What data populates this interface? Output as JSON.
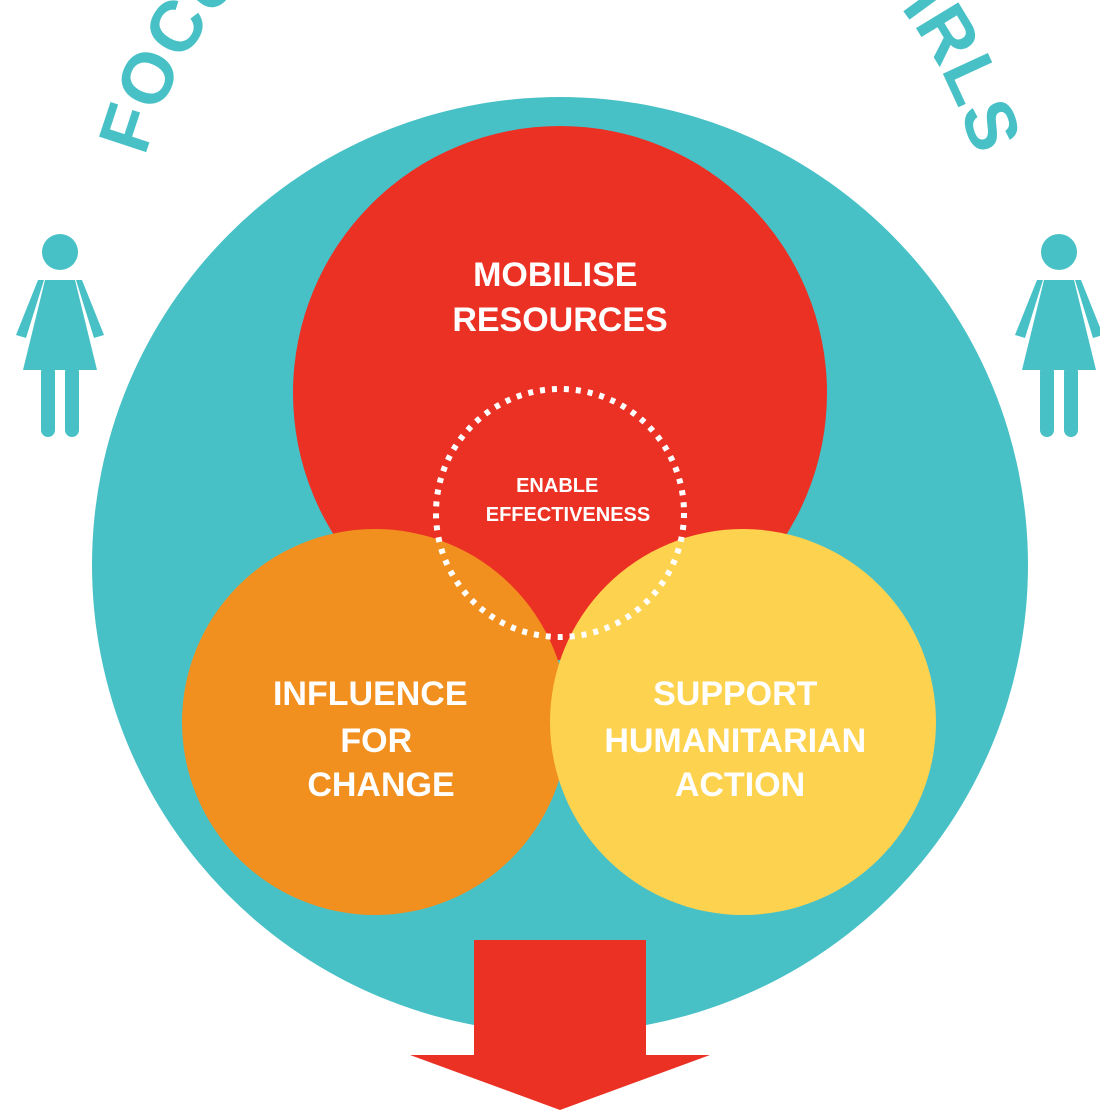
{
  "title": "FOCUS ON WOMEN AND GIRLS",
  "circles": {
    "top": {
      "lines": [
        "MOBILISE",
        "RESOURCES"
      ]
    },
    "left": {
      "lines": [
        "INFLUENCE",
        "FOR",
        "CHANGE"
      ]
    },
    "right": {
      "lines": [
        "SUPPORT",
        "HUMANITARIAN",
        "ACTION"
      ]
    }
  },
  "center": {
    "lines": [
      "ENABLE",
      "EFFECTIVENESS"
    ]
  },
  "icons": {
    "left": "woman-icon",
    "right": "woman-icon",
    "arrow": "down-arrow-icon"
  },
  "colors": {
    "outer": "#48C1C6",
    "red": "#EB3024",
    "orange": "#F1901F",
    "yellow": "#FDD24F",
    "white": "#FFFFFF"
  }
}
